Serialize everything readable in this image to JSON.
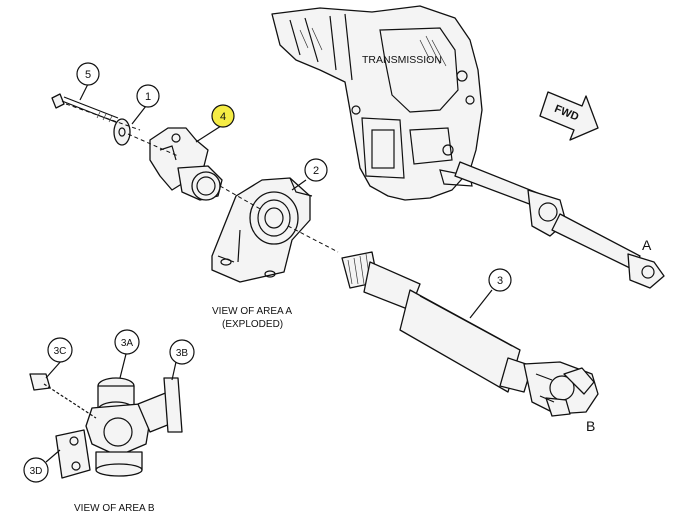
{
  "diagram": {
    "labels": {
      "transmission": "TRANSMISSION",
      "fwd": "FWD",
      "area_a_letter": "A",
      "area_b_letter": "B",
      "view_area_a_line1": "VIEW OF AREA A",
      "view_area_a_line2": "(EXPLODED)",
      "view_area_b": "VIEW OF AREA B"
    },
    "callouts": [
      {
        "id": "1",
        "text": "1",
        "highlighted": false
      },
      {
        "id": "2",
        "text": "2",
        "highlighted": false
      },
      {
        "id": "3",
        "text": "3",
        "highlighted": false
      },
      {
        "id": "4",
        "text": "4",
        "highlighted": true
      },
      {
        "id": "5",
        "text": "5",
        "highlighted": false
      },
      {
        "id": "3A",
        "text": "3A",
        "highlighted": false
      },
      {
        "id": "3B",
        "text": "3B",
        "highlighted": false
      },
      {
        "id": "3C",
        "text": "3C",
        "highlighted": false
      },
      {
        "id": "3D",
        "text": "3D",
        "highlighted": false
      }
    ],
    "colors": {
      "highlight": "#f5ec45",
      "line": "#111111"
    }
  }
}
